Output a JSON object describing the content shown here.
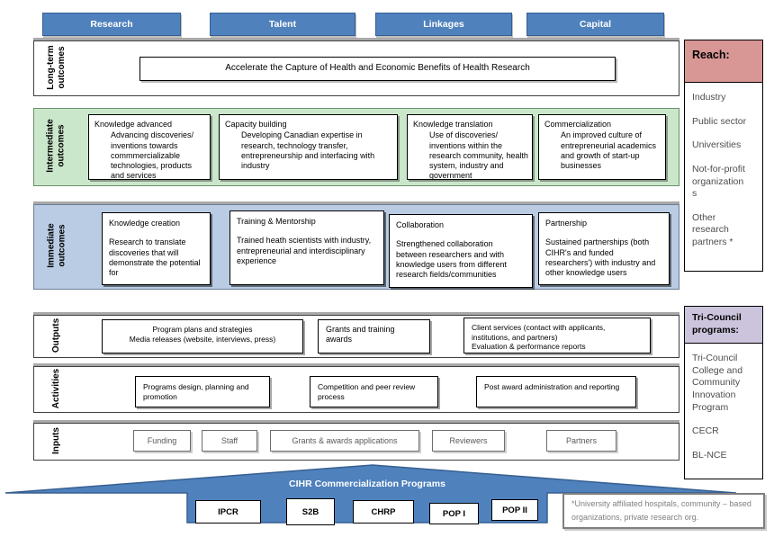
{
  "pillars": [
    "Research",
    "Talent",
    "Linkages",
    "Capital"
  ],
  "rows": {
    "long_term": {
      "label": "Long-term outcomes",
      "statement": "Accelerate the Capture of Health and Economic Benefits of Health Research"
    },
    "intermediate": {
      "label": "Intermediate outcomes",
      "boxes": [
        {
          "title": "Knowledge advanced",
          "body": "Advancing discoveries/ inventions towards commmercializable technologies, products and services"
        },
        {
          "title": "Capacity building",
          "body": "Developing Canadian expertise in research, technology transfer, entrepreneurship and interfacing with industry"
        },
        {
          "title": "Knowledge translation",
          "body": "Use of discoveries/ inventions within the research community, health system, industry and government"
        },
        {
          "title": "Commercialization",
          "body": "An improved culture of entrepreneurial academics and growth of start-up businesses"
        }
      ]
    },
    "immediate": {
      "label": "Immediate outcomes",
      "boxes": [
        {
          "title": "Knowledge creation",
          "body": "Research to translate discoveries that will demonstrate the potential for"
        },
        {
          "title": "Training & Mentorship",
          "body": "Trained heath scientists with industry, entrepreneurial and interdisciplinary experience"
        },
        {
          "title": "Collaboration",
          "body": "Strengthened collaboration between researchers and with knowledge users from different research fields/communities"
        },
        {
          "title": "Partnership",
          "body": "Sustained partnerships (both CIHR's and funded researchers') with industry and other knowledge users"
        }
      ]
    },
    "outputs": {
      "label": "Outputs",
      "boxes": [
        {
          "lines": [
            "Program plans and strategies",
            "Media releases (website, interviews, press)"
          ]
        },
        {
          "lines": [
            "Grants and training awards"
          ]
        },
        {
          "lines": [
            "Client services (contact with applicants, institutions, and partners)",
            "Evaluation & performance reports"
          ]
        }
      ]
    },
    "activities": {
      "label": "Activities",
      "boxes": [
        "Programs design, planning and promotion",
        "Competition and peer review process",
        "Post award administration and reporting"
      ]
    },
    "inputs": {
      "label": "Inputs",
      "boxes": [
        "Funding",
        "Staff",
        "Grants & awards applications",
        "Reviewers",
        "Partners"
      ]
    }
  },
  "reach": {
    "title": "Reach:",
    "items": [
      "Industry",
      "Public sector",
      "Universities",
      "Not-for-profit organizations",
      "Other research partners *"
    ]
  },
  "tri_council": {
    "title": "Tri-Council programs:",
    "items": [
      "Tri-Council College and Community Innovation Program",
      "CECR",
      "BL-NCE"
    ]
  },
  "funnel": {
    "title": "CIHR Commercialization Programs",
    "programs": [
      "IPCR",
      "S2B",
      "CHRP",
      "POP I",
      "POP II"
    ]
  },
  "footnote": "*University affiliated hospitals, community – based organizations, private research org.",
  "colors": {
    "pillar_blue": "#4f81bd",
    "funnel_blue": "#4f81bd",
    "intermediate_green": "#cbe7cb",
    "immediate_blue": "#b9cce3",
    "reach_pink": "#d89694",
    "tri_council_purple": "#ccc4dc"
  }
}
